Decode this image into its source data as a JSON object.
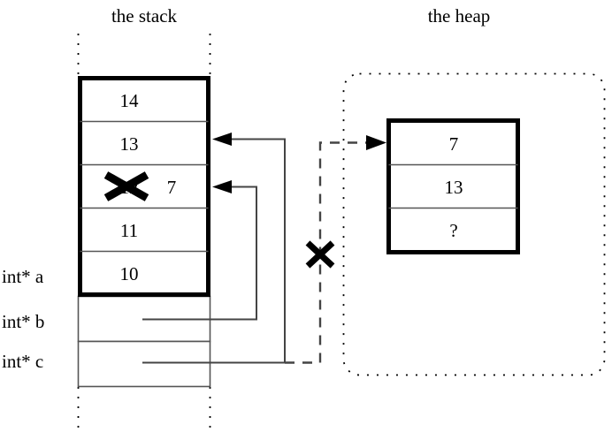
{
  "diagram": {
    "title_stack": "the stack",
    "title_heap": "the heap"
  },
  "stack": {
    "cells": [
      {
        "value": "14",
        "struck": false
      },
      {
        "value": "13",
        "struck": false
      },
      {
        "value": "12",
        "struck": true,
        "new_value": "7"
      },
      {
        "value": "11",
        "struck": false
      },
      {
        "value": "10",
        "struck": false
      }
    ],
    "variables": [
      {
        "label": "int* a"
      },
      {
        "label": "int* b"
      },
      {
        "label": "int* c"
      }
    ]
  },
  "heap": {
    "cells": [
      {
        "value": "7"
      },
      {
        "value": "13"
      },
      {
        "value": "?"
      }
    ]
  },
  "marks": {
    "crossed_pointer_label": "X",
    "crossed_value_label": "X"
  },
  "colors": {
    "ink": "#000000",
    "thin_line": "#555555",
    "pointer_line": "#444444",
    "background": "#ffffff"
  }
}
